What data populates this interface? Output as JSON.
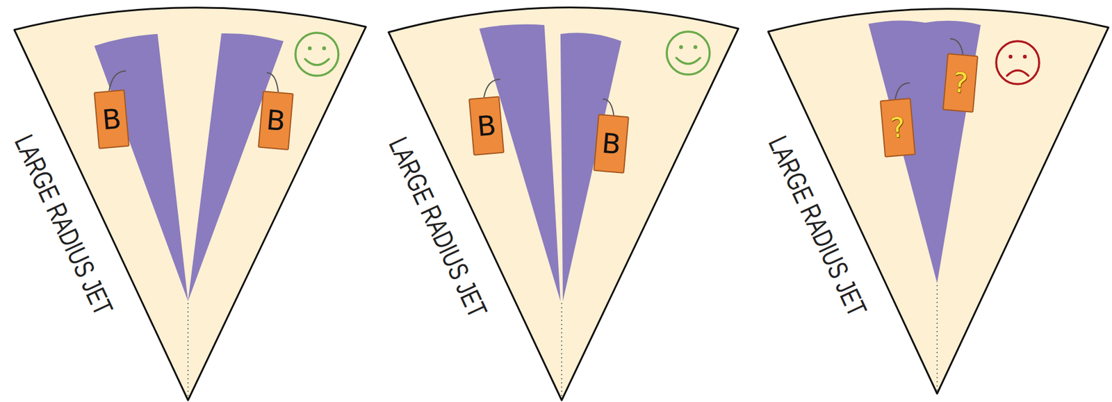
{
  "diagram": {
    "nodes": [
      {
        "text": [
          "LARGE RADIUS JET"
        ]
      },
      {
        "text": [
          "B"
        ],
        "in": 0
      },
      {
        "text": [
          "B"
        ],
        "in": 0
      },
      {
        "text": [
          "LARGE RADIUS JET"
        ]
      },
      {
        "text": [
          "B"
        ],
        "in": 3
      },
      {
        "text": [
          "B"
        ],
        "in": 3
      },
      {
        "text": [
          "LARGE RADIUS JET"
        ]
      },
      {
        "text": [
          "?"
        ],
        "in": 6
      },
      {
        "text": [
          "?"
        ],
        "in": 6
      }
    ]
  }
}
